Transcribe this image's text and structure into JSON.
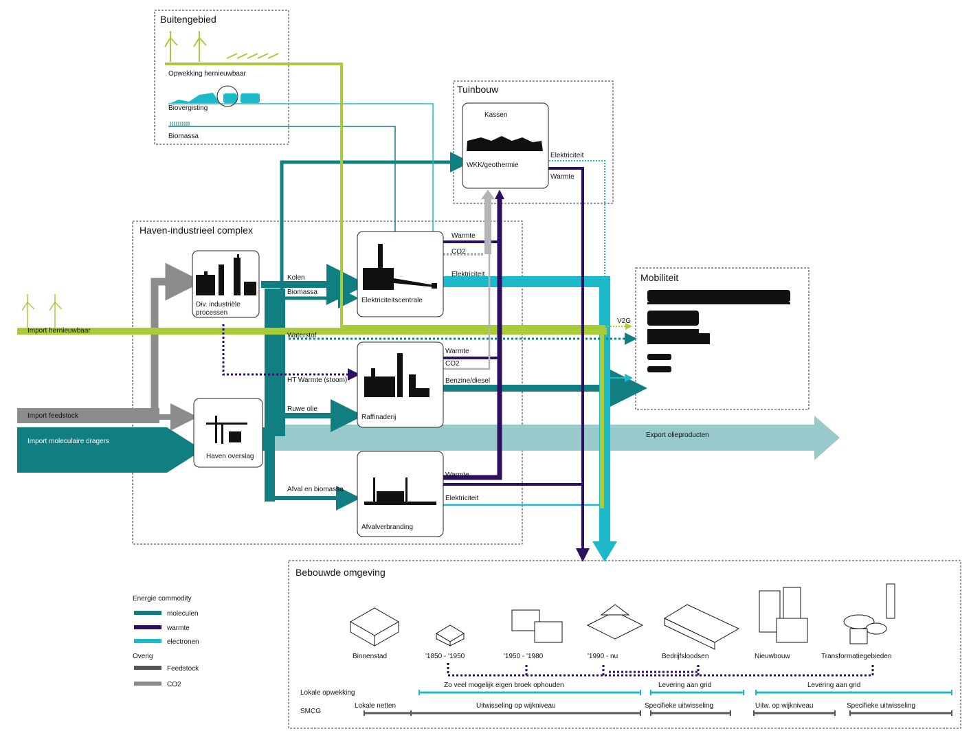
{
  "colors": {
    "molecules": "#117f82",
    "heat": "#2d0f60",
    "electrons": "#1bb9c9",
    "renewable": "#a8cc38",
    "feedstock": "#8c8c8c",
    "co2": "#b4b4b4",
    "export": "#98c9cb",
    "light_blue": "#9ec2e0"
  },
  "regions": {
    "buitengebied": "Buitengebied",
    "tuinbouw": "Tuinbouw",
    "haven": "Haven-industrieel complex",
    "mobiliteit": "Mobiliteit",
    "bebouwd": "Bebouwde omgeving"
  },
  "nodes": {
    "opwekking": "Opwekking hernieuwbaar",
    "biovergisting": "Biovergisting",
    "biomassa_src": "Biomassa",
    "kassen": "Kassen",
    "wkk": "WKK/geothermie",
    "div_ind_1": "Div. industriële",
    "div_ind_2": "processen",
    "elektriciteitscentrale": "Elektriciteitscentrale",
    "raffinaderij": "Raffinaderij",
    "haven_overslag": "Haven overslag",
    "afvalverbranding": "Afvalverbranding"
  },
  "flow_labels": {
    "kolen": "Kolen",
    "biomassa": "Biomassa",
    "waterstof": "Waterstof",
    "ht_warmte": "HT Warmte (stoom)",
    "ruwe_olie": "Ruwe olie",
    "afval_biomassa": "Afval en biomassa",
    "warmte_ec": "Warmte",
    "co2_ec": "CO2",
    "elektriciteit_ec": "Elektriciteit",
    "warmte_raf": "Warmte",
    "co2_raf": "CO2",
    "benzine": "Benzine/diesel",
    "warmte_afv": "Warmte",
    "elektriciteit_afv": "Elektriciteit",
    "elektriciteit_tb": "Elektriciteit",
    "warmte_tb": "Warmte",
    "v2g": "V2G",
    "import_hernieuwbaar": "Import hernieuwbaar",
    "import_feedstock": "Import feedstock",
    "import_moleculair": "Import moleculaire dragers",
    "export_olie": "Export olieproducten"
  },
  "legend": {
    "title1": "Energie commodity",
    "items1": [
      "moleculen",
      "warmte",
      "electronen"
    ],
    "title2": "Overig",
    "items2": [
      "Feedstock",
      "CO2"
    ]
  },
  "built_env": {
    "categories": [
      "Binnenstad",
      "'1850 - '1950",
      "'1950 - '1980",
      "'1990 - nu",
      "Bedrijfsloodsen",
      "Nieuwbouw",
      "Transformatiegebieden"
    ],
    "row1_label": "Lokale opwekking",
    "row2_label": "SMCG",
    "opwekking_bars": [
      "Zo veel mogelijk eigen broek ophouden",
      "Levering aan grid",
      "Levering aan grid"
    ],
    "smcg_bars": [
      "Lokale netten",
      "Uitwisseling op wijkniveau",
      "Specifieke uitwisseling",
      "Uitw. op wijkniveau",
      "Specifieke uitwisseling"
    ]
  }
}
